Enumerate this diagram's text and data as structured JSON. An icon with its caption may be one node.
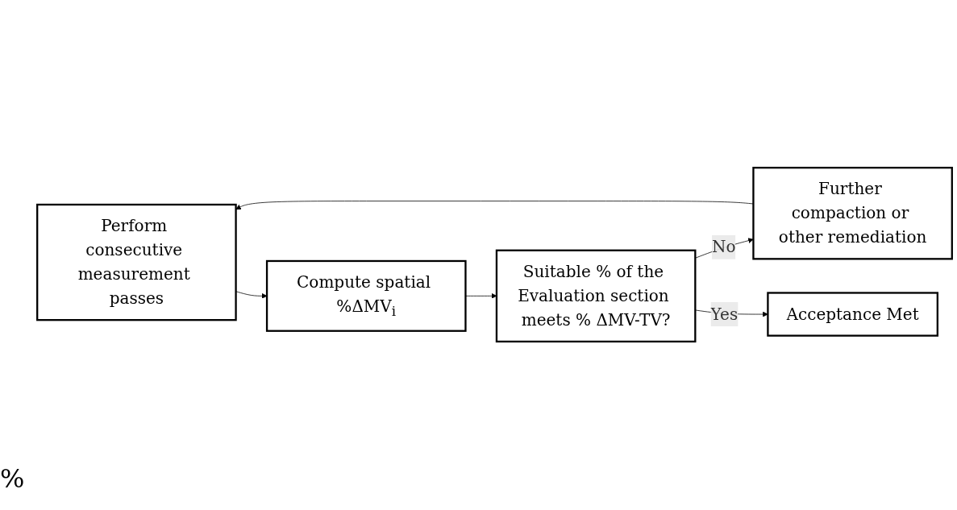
{
  "diagram": {
    "nodes": [
      {
        "text": [
          "Perform consecutive measurement passes"
        ]
      },
      {
        "text": [
          "Compute spatial %ΔMV$_{i}$"
        ]
      },
      {
        "text": [
          "Suitable % of the Evaluation section meets % ΔMV-TV?"
        ]
      },
      {
        "text": [
          "Further compaction or other remediation"
        ]
      },
      {
        "text": [
          "Acceptance Met"
        ]
      }
    ],
    "edges": [
      {
        "from": 0,
        "to": 1,
        "arrow": "to"
      },
      {
        "from": 1,
        "to": 2,
        "arrow": "to"
      },
      {
        "from": 2,
        "to": 3,
        "arrow": "to",
        "label": "No"
      },
      {
        "from": 2,
        "to": 4,
        "arrow": "to",
        "label": "Yes"
      },
      {
        "from": 3,
        "to": 0,
        "arrow": "to"
      }
    ],
    "labels": [
      "%"
    ]
  }
}
